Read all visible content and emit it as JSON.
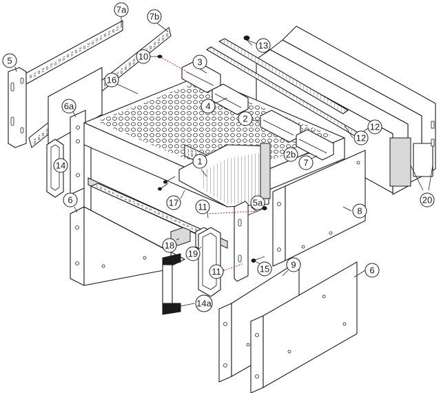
{
  "callouts": [
    {
      "id": "c7a",
      "label": "7a"
    },
    {
      "id": "c7b",
      "label": "7b"
    },
    {
      "id": "c5",
      "label": "5"
    },
    {
      "id": "c10",
      "label": "10"
    },
    {
      "id": "c3",
      "label": "3"
    },
    {
      "id": "c13",
      "label": "13"
    },
    {
      "id": "c16",
      "label": "16"
    },
    {
      "id": "c4",
      "label": "4"
    },
    {
      "id": "c6a",
      "label": "6a"
    },
    {
      "id": "c2",
      "label": "2"
    },
    {
      "id": "c12a",
      "label": "12"
    },
    {
      "id": "c12b",
      "label": "12"
    },
    {
      "id": "c14",
      "label": "14"
    },
    {
      "id": "c2b",
      "label": "2b"
    },
    {
      "id": "c7",
      "label": "7"
    },
    {
      "id": "c1",
      "label": "1"
    },
    {
      "id": "c20",
      "label": "20"
    },
    {
      "id": "c6l",
      "label": "6"
    },
    {
      "id": "c17",
      "label": "17"
    },
    {
      "id": "c11a",
      "label": "11"
    },
    {
      "id": "c5a",
      "label": "5a"
    },
    {
      "id": "c8",
      "label": "8"
    },
    {
      "id": "c18",
      "label": "18"
    },
    {
      "id": "c19",
      "label": "19"
    },
    {
      "id": "c11b",
      "label": "11"
    },
    {
      "id": "c15",
      "label": "15"
    },
    {
      "id": "c9",
      "label": "9"
    },
    {
      "id": "c6r",
      "label": "6"
    },
    {
      "id": "c14a",
      "label": "14a"
    }
  ]
}
